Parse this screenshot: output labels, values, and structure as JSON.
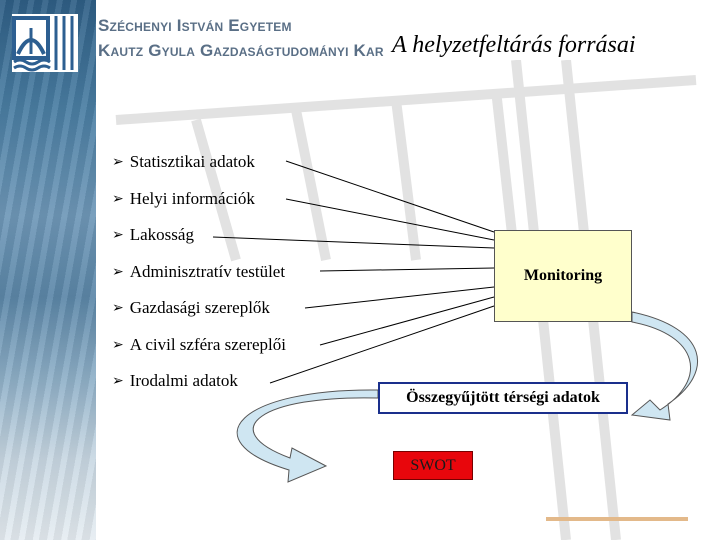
{
  "header": {
    "university_line1": "Széchenyi István Egyetem",
    "university_line2": "Kautz Gyula Gazdaságtudományi Kar",
    "slide_title": "A helyzetfeltárás forrásai"
  },
  "bullets": [
    "Statisztikai adatok",
    "Helyi információk",
    "Lakosság",
    "Adminisztratív testület",
    "Gazdasági szereplők",
    "A civil szféra szereplői",
    "Irodalmi adatok"
  ],
  "boxes": {
    "monitoring": "Monitoring",
    "collected": "Összegyűjtött térségi adatok",
    "swot": "SWOT"
  },
  "colors": {
    "monitoring_fill": "#ffffcc",
    "arrow_fill": "#cfe6f2",
    "swot_fill": "#e8060c",
    "collected_border": "#1a2f8c"
  }
}
